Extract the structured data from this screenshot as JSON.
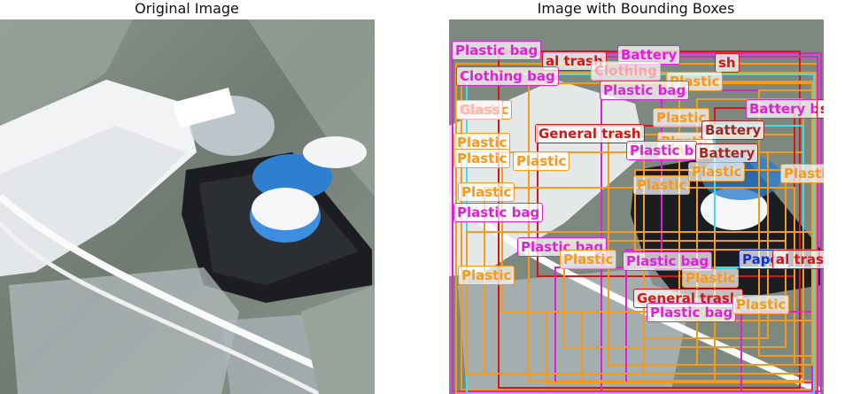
{
  "titles": {
    "left": "Original Image",
    "right": "Image with Bounding Boxes"
  },
  "colors": {
    "Plastic": "#f59a1b",
    "Plastic bag": "#e020d8",
    "General trash": "#d01818",
    "Battery": "#a0282a",
    "Clothing": "#ff9eb0",
    "Paper": "#1030d0",
    "Glass": "#ffb0b8",
    "Cyan": "#40e0e0"
  },
  "labels": [
    {
      "text": "Plastic bag",
      "cls": "Plastic bag"
    },
    {
      "text": "al trash",
      "cls": "General trash"
    },
    {
      "text": "Battery",
      "cls": "Plastic bag"
    },
    {
      "text": "sh",
      "cls": "General trash"
    },
    {
      "text": "Clothing",
      "cls": "Clothing"
    },
    {
      "text": "Plastic",
      "cls": "Plastic"
    },
    {
      "text": "Clothing bag",
      "cls": "Plastic bag"
    },
    {
      "text": "Plastic bag",
      "cls": "Plastic bag"
    },
    {
      "text": "Plastic",
      "cls": "Plastic"
    },
    {
      "text": "Plastic",
      "cls": "Plastic"
    },
    {
      "text": "Battery bag",
      "cls": "Plastic bag"
    },
    {
      "text": "sh",
      "cls": "General trash"
    },
    {
      "text": "Plastic",
      "cls": "Plastic"
    },
    {
      "text": "Glass",
      "cls": "Glass"
    },
    {
      "text": "Plastic",
      "cls": "Plastic"
    },
    {
      "text": "General trash",
      "cls": "General trash"
    },
    {
      "text": "Battery",
      "cls": "Battery"
    },
    {
      "text": "Plastic",
      "cls": "Plastic"
    },
    {
      "text": "Plastic b",
      "cls": "Plastic bag"
    },
    {
      "text": "Battery",
      "cls": "Battery"
    },
    {
      "text": "Plastic",
      "cls": "Plastic"
    },
    {
      "text": "Plastic",
      "cls": "Plastic"
    },
    {
      "text": "Plastic",
      "cls": "Plastic"
    },
    {
      "text": "Plastic",
      "cls": "Plastic"
    },
    {
      "text": "Plastic",
      "cls": "Plastic"
    },
    {
      "text": "Plastic bag",
      "cls": "Plastic bag"
    },
    {
      "text": "Plastic",
      "cls": "Plastic"
    },
    {
      "text": "Plastic bag",
      "cls": "Plastic bag"
    },
    {
      "text": "Plastic",
      "cls": "Plastic"
    },
    {
      "text": "Plastic bag",
      "cls": "Plastic bag"
    },
    {
      "text": "Paper",
      "cls": "Paper"
    },
    {
      "text": "al trash",
      "cls": "General trash"
    },
    {
      "text": "Plastic",
      "cls": "Plastic"
    },
    {
      "text": "Plastic",
      "cls": "Plastic"
    },
    {
      "text": "General trash",
      "cls": "General trash"
    },
    {
      "text": "Plastic bag",
      "cls": "Plastic bag"
    },
    {
      "text": "Plastic",
      "cls": "Plastic"
    }
  ],
  "boxes": [
    {
      "cls": "Plastic bag"
    },
    {
      "cls": "Plastic"
    },
    {
      "cls": "General trash"
    },
    {
      "cls": "Plastic"
    },
    {
      "cls": "Plastic bag"
    },
    {
      "cls": "Cyan"
    },
    {
      "cls": "Plastic"
    },
    {
      "cls": "Plastic"
    },
    {
      "cls": "General trash"
    },
    {
      "cls": "Plastic"
    },
    {
      "cls": "Plastic bag"
    },
    {
      "cls": "Plastic"
    },
    {
      "cls": "Plastic"
    },
    {
      "cls": "Plastic bag"
    },
    {
      "cls": "Plastic"
    },
    {
      "cls": "Plastic"
    },
    {
      "cls": "General trash"
    },
    {
      "cls": "Plastic bag"
    },
    {
      "cls": "Plastic"
    },
    {
      "cls": "Cyan"
    },
    {
      "cls": "Plastic"
    },
    {
      "cls": "Plastic"
    },
    {
      "cls": "Plastic bag"
    },
    {
      "cls": "Plastic"
    },
    {
      "cls": "Plastic"
    },
    {
      "cls": "Plastic"
    },
    {
      "cls": "Plastic"
    },
    {
      "cls": "Plastic"
    }
  ]
}
